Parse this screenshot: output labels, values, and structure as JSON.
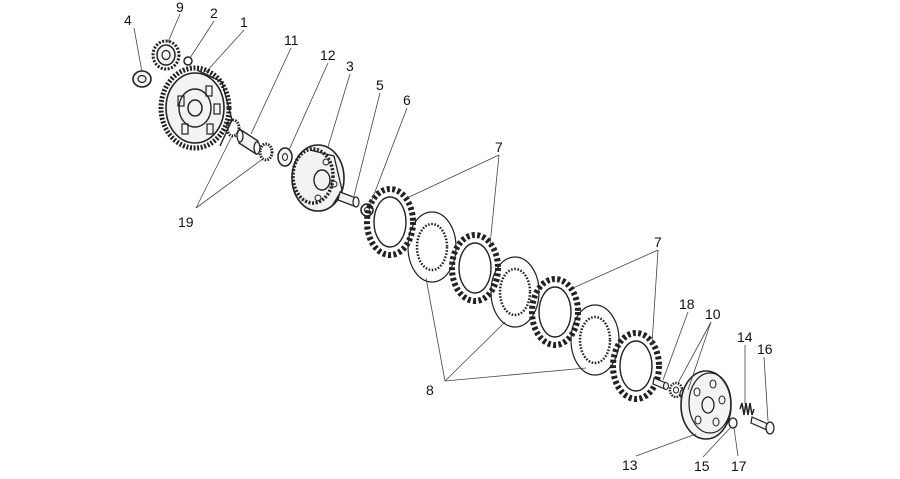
{
  "diagram": {
    "type": "exploded parts diagram",
    "labels": [
      "1",
      "2",
      "3",
      "4",
      "5",
      "6",
      "7",
      "8",
      "9",
      "10",
      "11",
      "12",
      "13",
      "14",
      "15",
      "16",
      "17",
      "18",
      "19"
    ],
    "colors": {
      "ink": "#222222",
      "leader": "#444444",
      "text": "#111111",
      "background": "#ffffff"
    }
  }
}
